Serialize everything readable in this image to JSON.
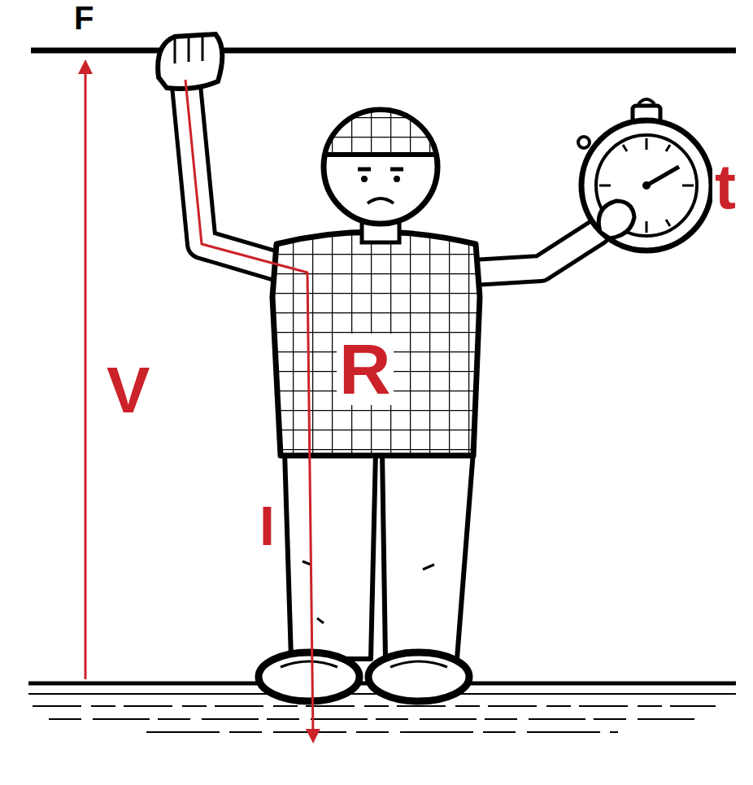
{
  "diagram": {
    "labels": [
      "F",
      "V",
      "R",
      "I",
      "t"
    ]
  }
}
